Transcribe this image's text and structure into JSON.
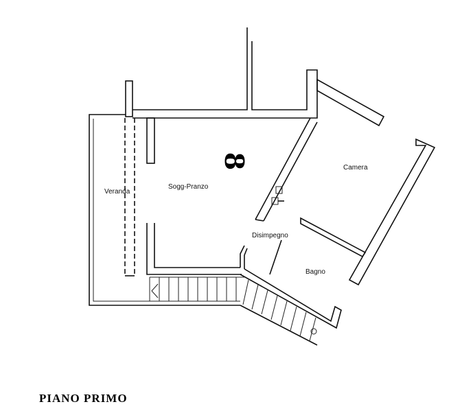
{
  "floor_title": "PIANO PRIMO",
  "plan_mark": "8",
  "rooms": {
    "veranda": "Veranda",
    "living": "Sogg-Pranzo",
    "bedroom": "Camera",
    "hallway": "Disimpegno",
    "bathroom": "Bagno"
  }
}
